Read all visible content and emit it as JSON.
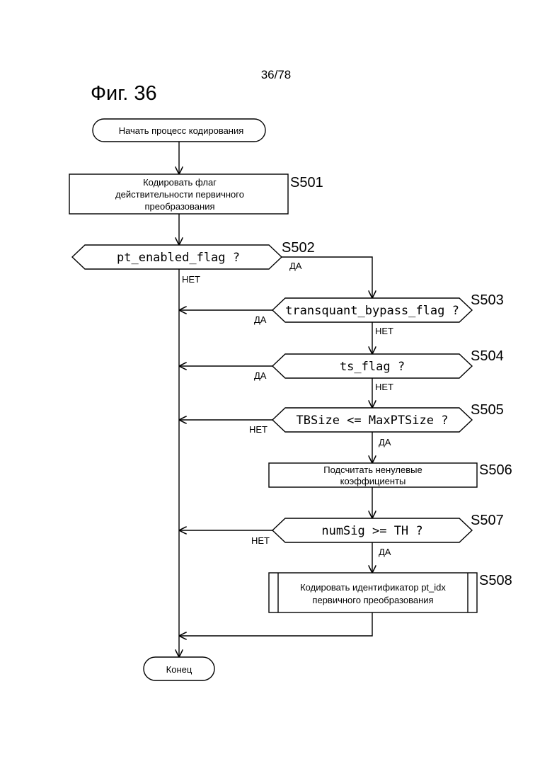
{
  "page_number": "36/78",
  "figure_title": "Фиг. 36",
  "nodes": {
    "start": "Начать процесс кодирования",
    "s501": [
      "Кодировать флаг",
      "действительности первичного",
      "преобразования"
    ],
    "s502": "pt_enabled_flag ?",
    "s503": "transquant_bypass_flag ?",
    "s504": "ts_flag ?",
    "s505": "TBSize <= MaxPTSize ?",
    "s506": [
      "Подсчитать ненулевые",
      "коэффициенты"
    ],
    "s507": "numSig >= TH ?",
    "s508": [
      "Кодировать идентификатор pt_idx",
      "первичного преобразования"
    ],
    "end": "Конец"
  },
  "step_labels": {
    "s501": "S501",
    "s502": "S502",
    "s503": "S503",
    "s504": "S504",
    "s505": "S505",
    "s506": "S506",
    "s507": "S507",
    "s508": "S508"
  },
  "branch_labels": {
    "s502_yes": "ДА",
    "s502_no": "НЕТ",
    "s503_yes": "ДА",
    "s503_no": "НЕТ",
    "s504_yes": "ДА",
    "s504_no": "НЕТ",
    "s505_no": "НЕТ",
    "s505_yes": "ДА",
    "s507_no": "НЕТ",
    "s507_yes": "ДА"
  }
}
